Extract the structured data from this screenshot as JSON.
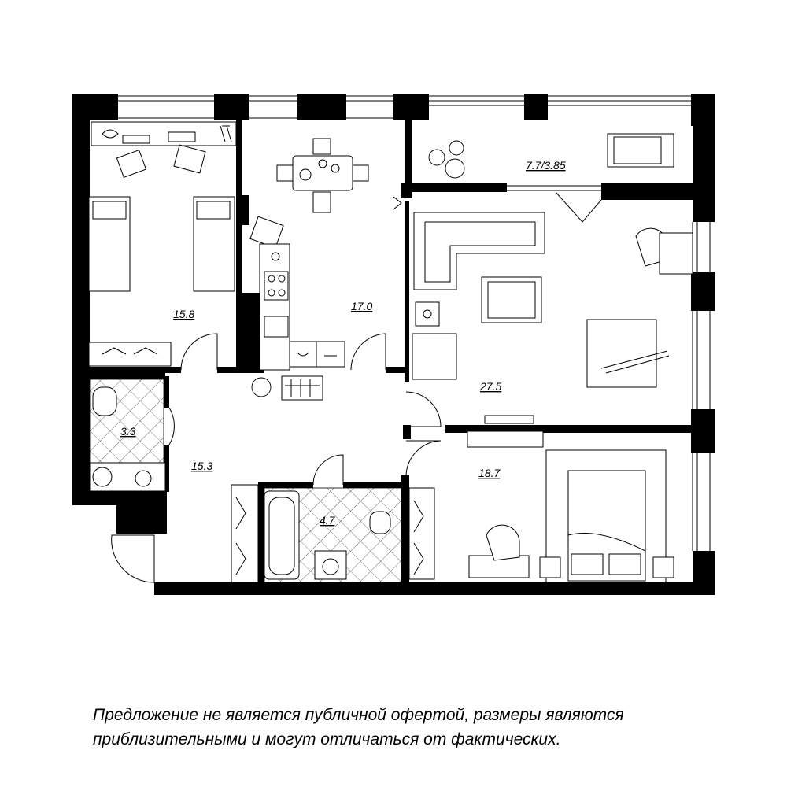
{
  "rooms": {
    "bedroom_left": "15.8",
    "kitchen": "17.0",
    "balcony": "7.7/3.85",
    "living_room": "27.5",
    "wc": "3.3",
    "hall": "15.3",
    "bathroom": "4.7",
    "bedroom_right": "18.7"
  },
  "disclaimer": {
    "line1": "Предложение не является публичной офертой, размеры являются",
    "line2": "приблизительными и могут отличаться от фактических."
  }
}
